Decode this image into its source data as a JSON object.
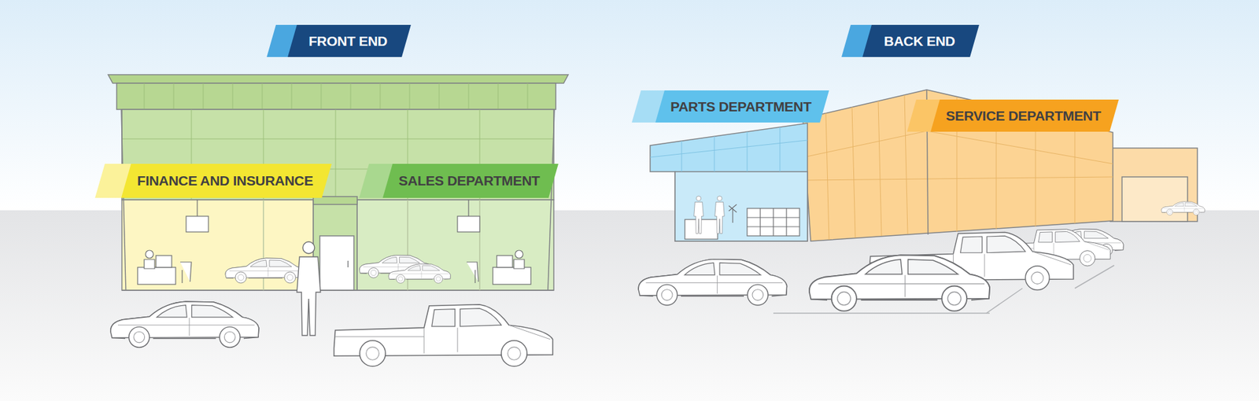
{
  "diagram": {
    "nodes": [
      {
        "text": [
          "FRONT END"
        ]
      },
      {
        "text": [
          "FINANCE AND INSURANCE"
        ]
      },
      {
        "text": [
          "SALES DEPARTMENT"
        ]
      },
      {
        "text": [
          "BACK END"
        ]
      },
      {
        "text": [
          "PARTS DEPARTMENT"
        ]
      },
      {
        "text": [
          "SERVICE DEPARTMENT"
        ]
      }
    ]
  }
}
